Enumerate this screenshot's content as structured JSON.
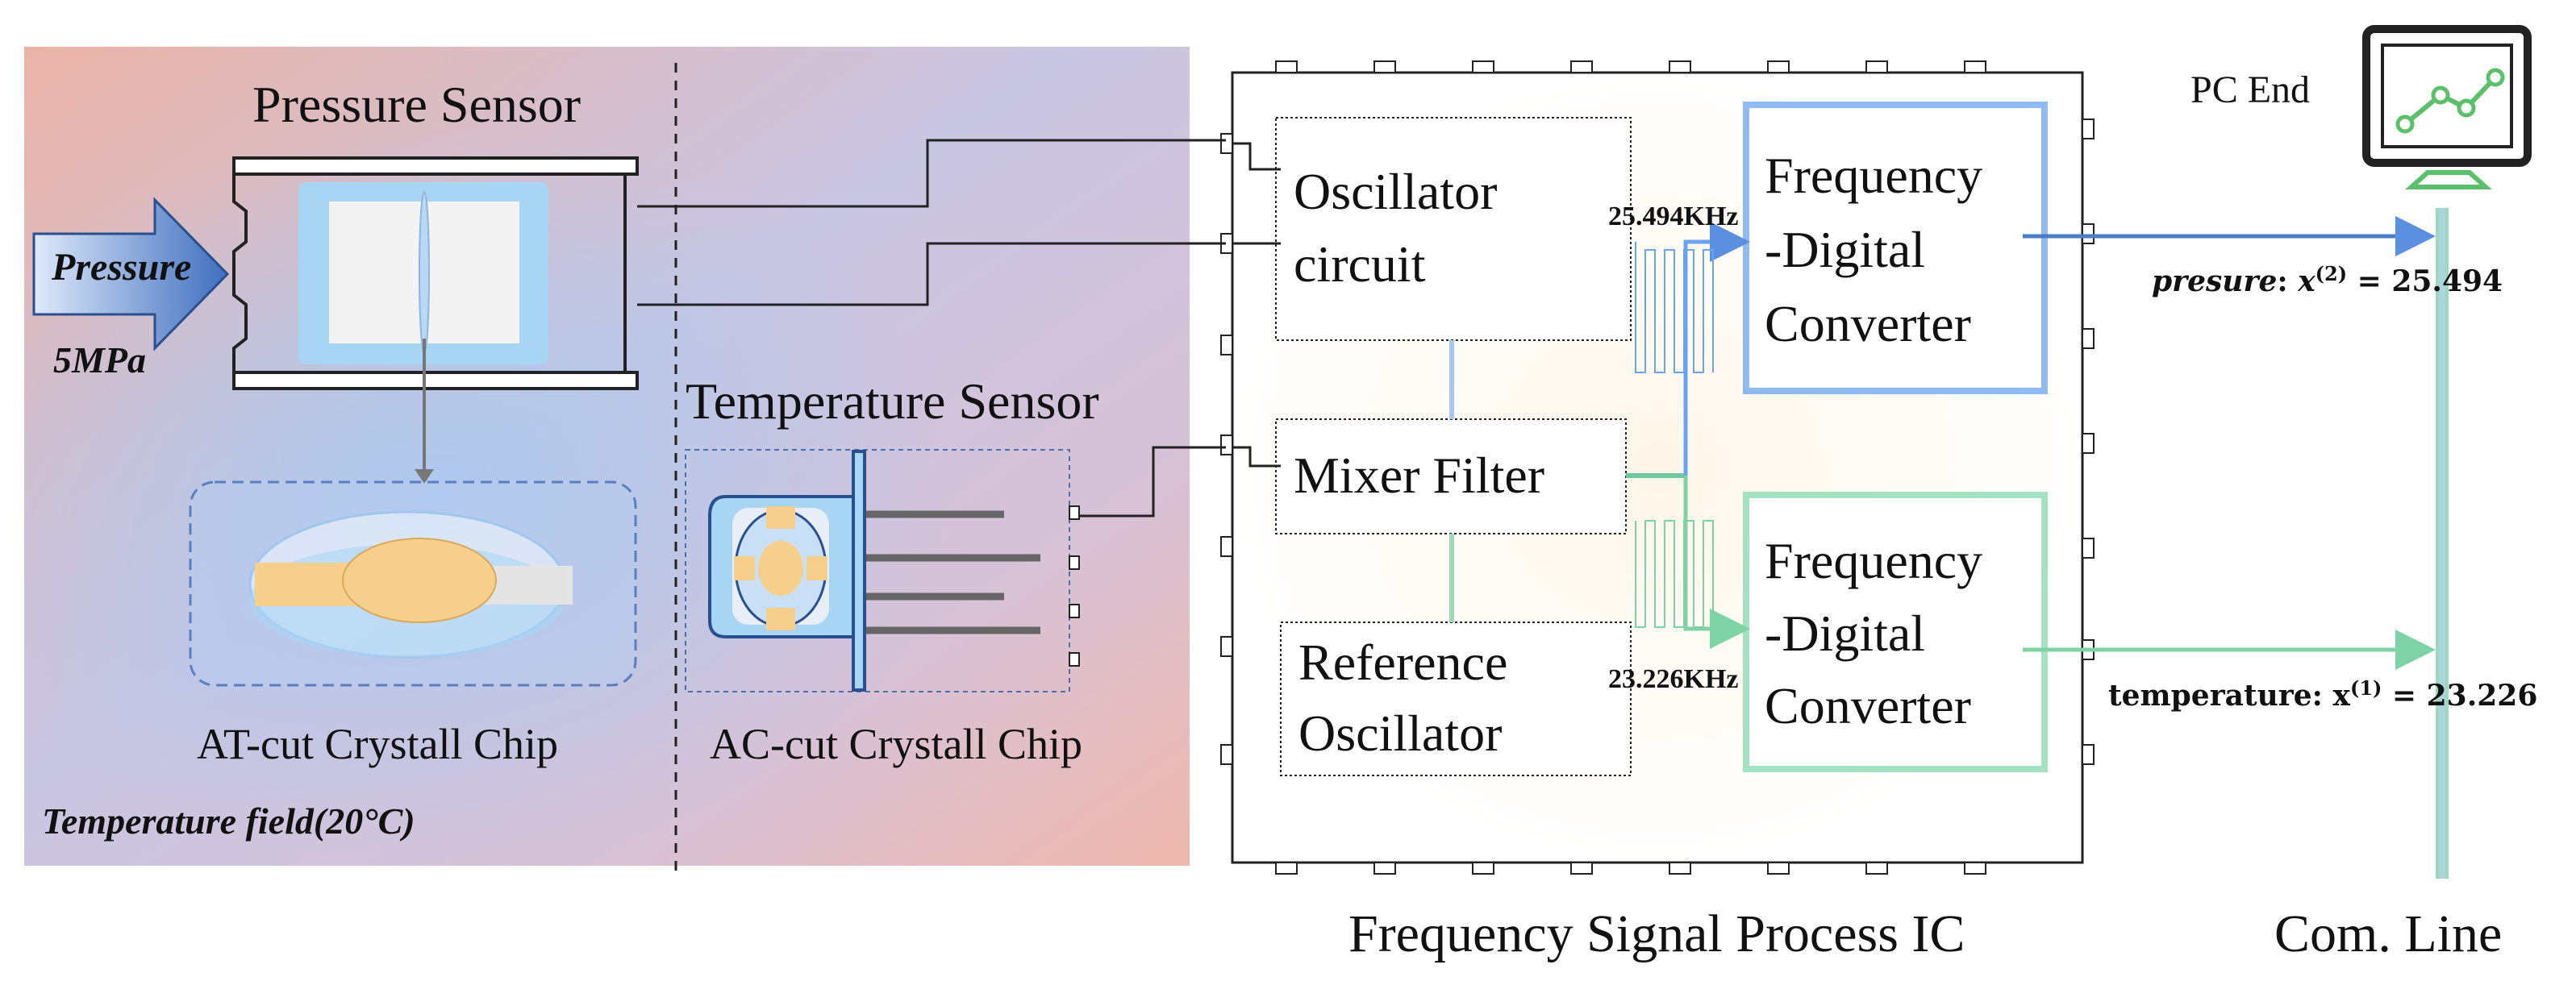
{
  "sensors": {
    "pressure_sensor_title": "Pressure Sensor",
    "pressure_label": "Pressure",
    "pressure_value": "5MPa",
    "at_chip_label": "AT-cut Crystall Chip",
    "temperature_sensor_title": "Temperature Sensor",
    "ac_chip_label": "AC-cut Crystall Chip",
    "temperature_field_label": "Temperature field(20°C)"
  },
  "ic": {
    "oscillator_line1": "Oscillator",
    "oscillator_line2": "circuit",
    "mixer_filter": "Mixer Filter",
    "reference_line1": "Reference",
    "reference_line2": "Oscillator",
    "fdc1_line1": "Frequency",
    "fdc1_line2": "-Digital",
    "fdc1_line3": "Converter",
    "fdc2_line1": "Frequency",
    "fdc2_line2": "-Digital",
    "fdc2_line3": "Converter",
    "freq_pressure": "25.494KHz",
    "freq_temperature": "23.226KHz",
    "ic_title": "Frequency Signal Process IC"
  },
  "outputs": {
    "pc_end": "PC End",
    "pressure_name": "presure",
    "pressure_sup": "(2)",
    "pressure_value": "25.494",
    "temperature_name": "temperature",
    "temperature_sup": "(1)",
    "temperature_value": "23.226",
    "com_line": "Com. Line"
  },
  "colors": {
    "pressure_arrow": "#3f6fbf",
    "temperature_line": "#7ed3a6",
    "fdc1_border": "#6aa3ee",
    "fdc2_border": "#86d9ad",
    "chip_gold": "#f6cf8c",
    "chip_blue": "#a9d5f5"
  }
}
